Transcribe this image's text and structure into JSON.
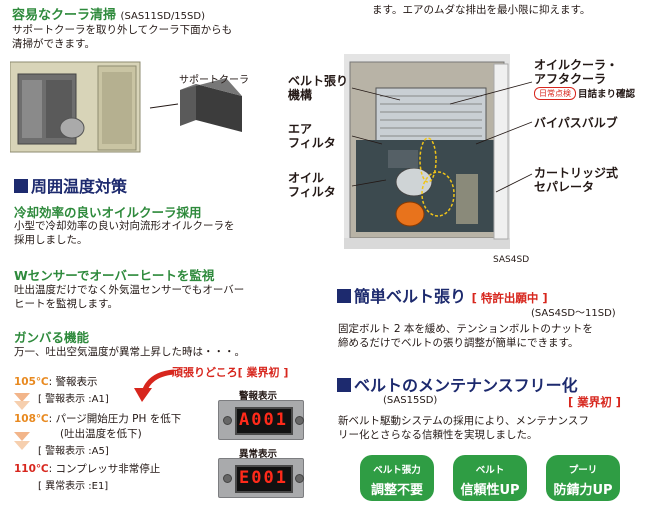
{
  "left": {
    "cooler_title": "容易なクーラ清掃",
    "cooler_model": "(SAS11SD/15SD)",
    "cooler_body_1": "サポートクーラを取り外してクーラ下面からも",
    "cooler_body_2": "清掃ができます。",
    "support_cooler_label": "サポートクーラ",
    "ambient_title": "周囲温度対策",
    "oil_cooler_title": "冷却効率の良いオイルクーラ採用",
    "oil_cooler_body_1": "小型で冷却効率の良い対向流形オイルクーラを",
    "oil_cooler_body_2": "採用しました。",
    "w_sensor_title": "Wセンサーでオーバーヒートを監視",
    "w_sensor_body_1": "吐出温度だけでなく外気温センサーでもオーバー",
    "w_sensor_body_2": "ヒートを監視します。",
    "ganbaru_title": "ガンバる機能",
    "ganbaru_body": "万一、吐出空気温度が異常上昇した時は・・・。",
    "ganbaru_tag": "頑張りどころ",
    "ganbaru_tag_bracket": "[ 業界初 ]",
    "steps": [
      {
        "temp": "105℃",
        "text": ": 警報表示",
        "sub": "[ 警報表示 :A1]"
      },
      {
        "temp": "108℃",
        "text": ": パージ開始圧力 PH を低下",
        "sub2": "(吐出温度を低下)",
        "sub": "[ 警報表示 :A5]"
      },
      {
        "temp": "110℃",
        "text": ": コンプレッサ非常停止",
        "sub": "[ 異常表示 :E1]"
      }
    ],
    "panel_alarm_label": "警報表示",
    "panel_alarm_code": "A001",
    "panel_error_label": "異常表示",
    "panel_error_code": "E001"
  },
  "right": {
    "top_line": "ます。エアのムダな排出を最小限に抑えます。",
    "callouts": {
      "belt_1": "ベルト張り",
      "belt_2": "機構",
      "air_1": "エア",
      "air_2": "フィルタ",
      "oil_1": "オイル",
      "oil_2": "フィルタ",
      "oilcooler_1": "オイルクーラ・",
      "oilcooler_2": "アフタクーラ",
      "daily_badge": "日常点検",
      "visual_check": "目詰まり確認",
      "bypass": "バイパスバルブ",
      "cartridge_1": "カートリッジ式",
      "cartridge_2": "セパレータ"
    },
    "photo_caption": "SAS4SD",
    "belt_title": "簡単ベルト張り",
    "belt_tag": "[ 特許出願中 ]",
    "belt_model": "(SAS4SD〜11SD)",
    "belt_body_1": "固定ボルト 2 本を緩め、テンションボルトのナットを",
    "belt_body_2": "締めるだけでベルトの張り調整が簡単にできます。",
    "maint_title": "ベルトのメンテナンスフリー化",
    "maint_model": "(SAS15SD)",
    "maint_tag": "[ 業界初 ]",
    "maint_body_1": "新ベルト駆動システムの採用により、メンテナンスフ",
    "maint_body_2": "リー化とさらなる信頼性を実現しました。",
    "badges": [
      {
        "top": "ベルト張力",
        "bottom": "調整不要"
      },
      {
        "top": "ベルト",
        "bottom": "信頼性UP"
      },
      {
        "top": "プーリ",
        "bottom": "防錆力UP"
      }
    ]
  },
  "colors": {
    "green": "#2e8a3c",
    "navy": "#1d2a6e",
    "red": "#d7261d",
    "badge_green": "#2f9d44",
    "led_red": "#ff2a1a"
  }
}
